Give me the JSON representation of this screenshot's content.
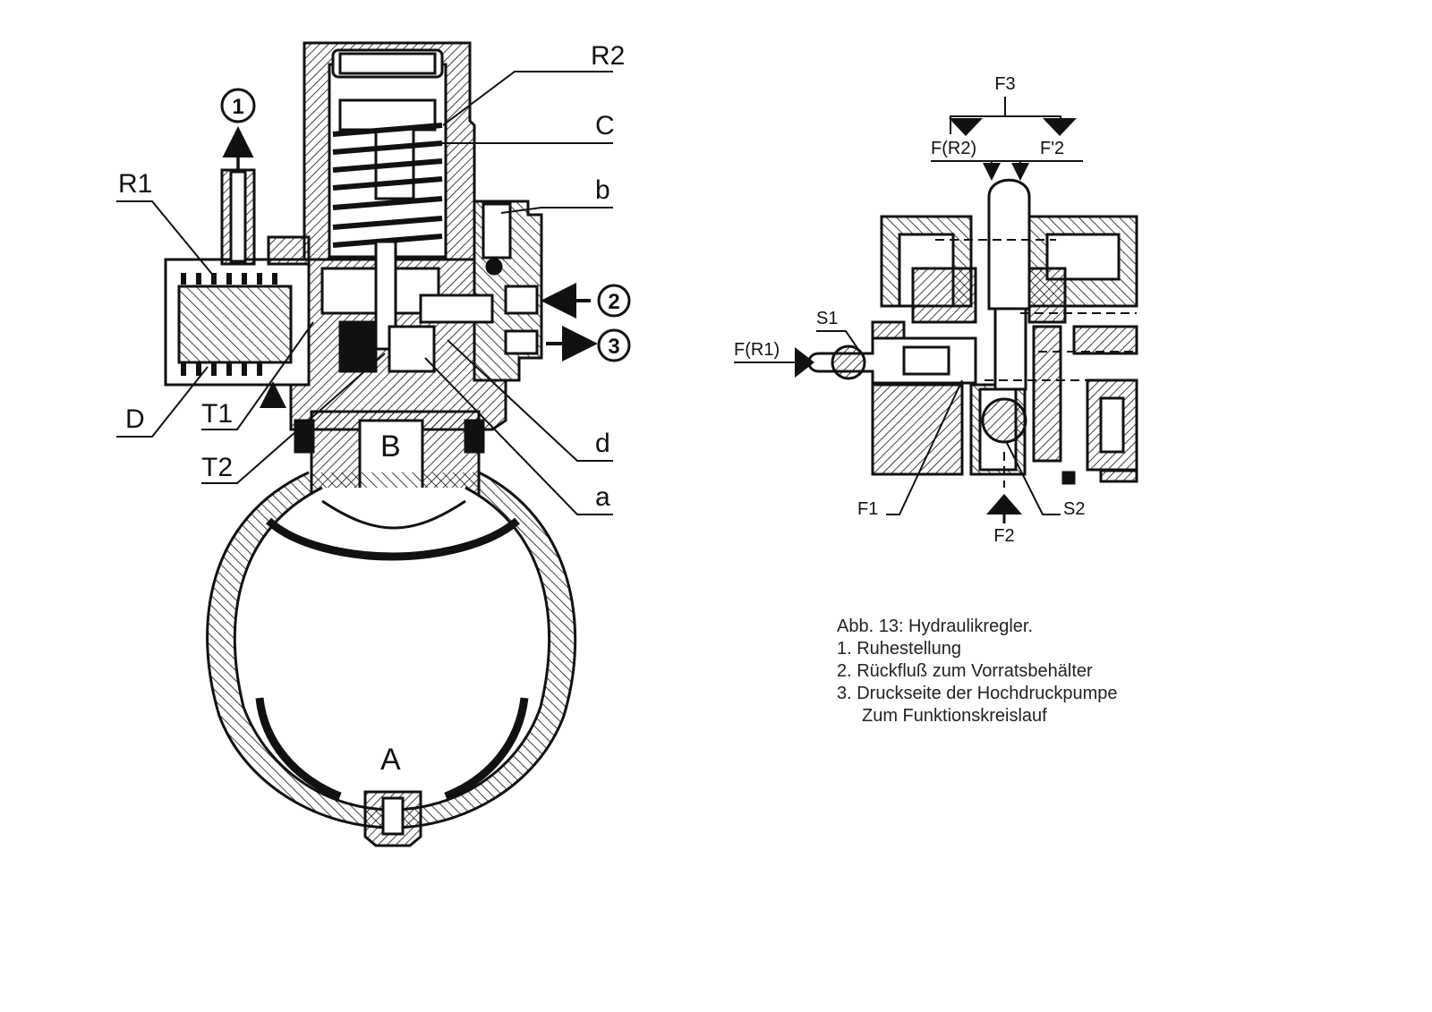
{
  "left_figure": {
    "callouts": {
      "one": "1",
      "two": "2",
      "three": "3"
    },
    "labels": {
      "R2": "R2",
      "C": "C",
      "b": "b",
      "R1": "R1",
      "D": "D",
      "T1": "T1",
      "T2": "T2",
      "B": "B",
      "d": "d",
      "a": "a",
      "A": "A"
    }
  },
  "right_figure": {
    "labels": {
      "F3": "F3",
      "FR2": "F(R2)",
      "F2prime": "F'2",
      "S1": "S1",
      "FR1": "F(R1)",
      "F1": "F1",
      "S2": "S2",
      "F2": "F2"
    }
  },
  "caption": {
    "title": "Abb. 13: Hydraulikregler.",
    "items": [
      "1. Ruhestellung",
      "2. Rückfluß zum Vorratsbehälter",
      "3. Druckseite der Hochdruckpumpe",
      "Zum Funktionskreislauf"
    ]
  }
}
